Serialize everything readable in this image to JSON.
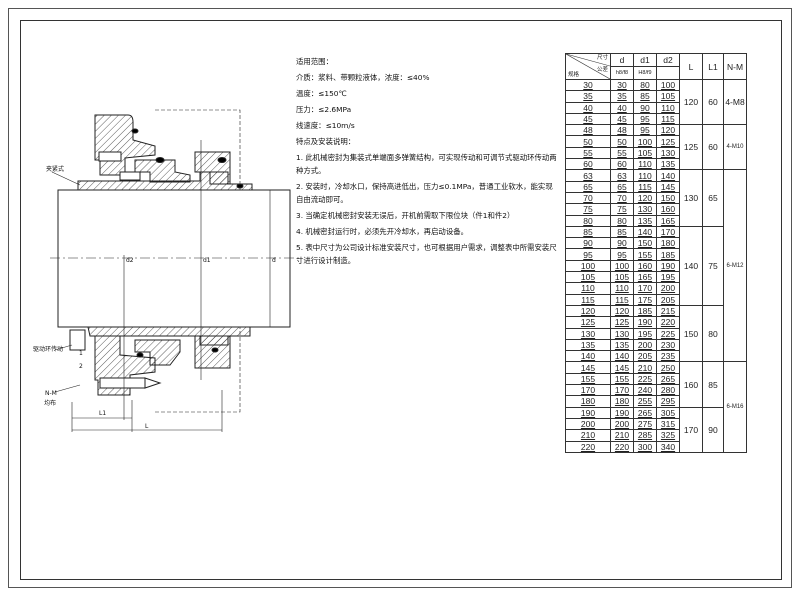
{
  "notes": {
    "title": "适用范围：",
    "medium": "介质：浆料、带颗粒液体，浓度：≤40%",
    "temperature": "温度：≤150℃",
    "pressure": "压力：≤2.6MPa",
    "speed": "线速度：≤10m/s",
    "features_title": "特点及安装说明：",
    "items": [
      "1. 此机械密封为集装式单端面多弹簧结构，可实现传动和可调节式驱动环传动两种方式。",
      "2. 安装时，冷却水口，保持高进低出，压力≤0.1MPa，普通工业软水，能实现自由流动即可。",
      "3. 当确定机械密封安装无误后，开机前需取下限位块（件1和件2）",
      "4. 机械密封运行时，必须先开冷却水，再启动设备。",
      "5. 表中尺寸为公司设计标准安装尺寸，也可根据用户需求，调整表中所需安装尺寸进行设计制造。"
    ]
  },
  "drawing_labels": {
    "clamp": "夹紧式",
    "drive_ring": "驱动环传动",
    "part1": "1",
    "part2": "2",
    "nm": "N-M",
    "uniform": "均布",
    "L1": "L1",
    "L": "L",
    "d": "d",
    "d1": "d1",
    "d2": "d2"
  },
  "table": {
    "corner_top": "尺寸",
    "corner_bottom": "规格",
    "corner_mid": "公差",
    "headers": [
      "d",
      "d1",
      "d2",
      "L",
      "L1",
      "N-M"
    ],
    "tolerances": [
      "h8/f8",
      "H8/f9"
    ],
    "rows": [
      [
        "30",
        "30",
        "80",
        "100"
      ],
      [
        "35",
        "35",
        "85",
        "105"
      ],
      [
        "40",
        "40",
        "90",
        "110"
      ],
      [
        "45",
        "45",
        "95",
        "115"
      ],
      [
        "48",
        "48",
        "95",
        "120"
      ],
      [
        "50",
        "50",
        "100",
        "125"
      ],
      [
        "55",
        "55",
        "105",
        "130"
      ],
      [
        "60",
        "60",
        "110",
        "135"
      ],
      [
        "63",
        "63",
        "110",
        "140"
      ],
      [
        "65",
        "65",
        "115",
        "145"
      ],
      [
        "70",
        "70",
        "120",
        "150"
      ],
      [
        "75",
        "75",
        "130",
        "160"
      ],
      [
        "80",
        "80",
        "135",
        "165"
      ],
      [
        "85",
        "85",
        "140",
        "170"
      ],
      [
        "90",
        "90",
        "150",
        "180"
      ],
      [
        "95",
        "95",
        "155",
        "185"
      ],
      [
        "100",
        "100",
        "160",
        "190"
      ],
      [
        "105",
        "105",
        "165",
        "195"
      ],
      [
        "110",
        "110",
        "170",
        "200"
      ],
      [
        "115",
        "115",
        "175",
        "205"
      ],
      [
        "120",
        "120",
        "185",
        "215"
      ],
      [
        "125",
        "125",
        "190",
        "220"
      ],
      [
        "130",
        "130",
        "195",
        "225"
      ],
      [
        "135",
        "135",
        "200",
        "230"
      ],
      [
        "140",
        "140",
        "205",
        "235"
      ],
      [
        "145",
        "145",
        "210",
        "250"
      ],
      [
        "155",
        "155",
        "225",
        "265"
      ],
      [
        "170",
        "170",
        "240",
        "280"
      ],
      [
        "180",
        "180",
        "255",
        "295"
      ],
      [
        "190",
        "190",
        "265",
        "305"
      ],
      [
        "200",
        "200",
        "275",
        "315"
      ],
      [
        "210",
        "210",
        "285",
        "325"
      ],
      [
        "220",
        "220",
        "300",
        "340"
      ]
    ],
    "L_groups": [
      {
        "rows": 4,
        "L": "120",
        "L1": "60"
      },
      {
        "rows": 4,
        "L": "125",
        "L1": "60"
      },
      {
        "rows": 5,
        "L": "130",
        "L1": "65"
      },
      {
        "rows": 7,
        "L": "140",
        "L1": "75"
      },
      {
        "rows": 5,
        "L": "150",
        "L1": "80"
      },
      {
        "rows": 4,
        "L": "160",
        "L1": "85"
      },
      {
        "rows": 4,
        "L": "170",
        "L1": "90"
      }
    ],
    "NM_groups": [
      {
        "rows": 4,
        "value": "4-M8"
      },
      {
        "rows": 4,
        "value": "4-M10"
      },
      {
        "rows": 17,
        "value": "6-M12"
      },
      {
        "rows": 8,
        "value": "6-M16"
      }
    ]
  }
}
